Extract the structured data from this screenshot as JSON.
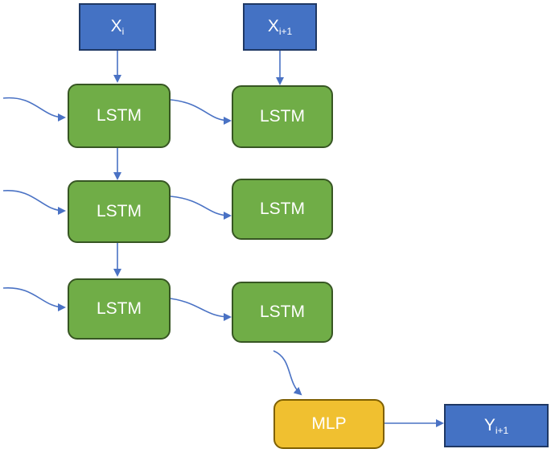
{
  "colors": {
    "input": "#4472c4",
    "lstm": "#70ad47",
    "mlp": "#f0c030",
    "arrow": "#4a72c4"
  },
  "nodes": {
    "x_i": {
      "main": "X",
      "sub": "i"
    },
    "x_i1": {
      "main": "X",
      "sub": "i+1"
    },
    "y_i1": {
      "main": "Y",
      "sub": "i+1"
    },
    "lstm_label": "LSTM",
    "mlp_label": "MLP"
  },
  "lstm_grid": [
    [
      "LSTM",
      "LSTM"
    ],
    [
      "LSTM",
      "LSTM"
    ],
    [
      "LSTM",
      "LSTM"
    ]
  ]
}
